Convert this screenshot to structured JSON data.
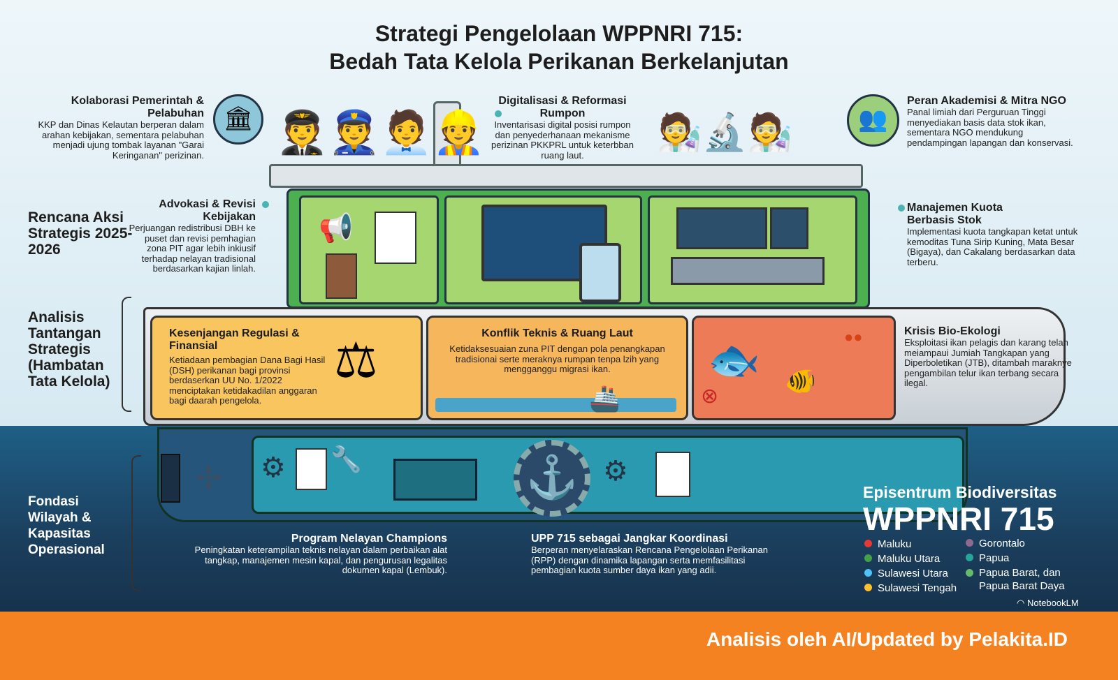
{
  "title": {
    "line1": "Strategi Pengelolaan WPPNRI 715:",
    "line2": "Bedah Tata Kelola Perikanan Berkelanjutan"
  },
  "sections": {
    "rencana": "Rencana Aksi Strategis 2025-2026",
    "analisis": "Analisis Tantangan Strategis (Hambatan Tata Kelola)",
    "fondasi": "Fondasi Wilayah & Kapasitas Operasional"
  },
  "kolaborasi": {
    "title": "Kolaborasi Pemerintah & Pelabuhan",
    "text": "KKP dan Dinas Kelautan berperan dalam arahan kebijakan, sementara pelabuhan menjadi ujung tombak layanan \"Garai Keringanan\" perizinan."
  },
  "digitalisasi": {
    "title": "Digitalisasi & Reformasi Rumpon",
    "text": "Inventarisasi digital posisi rumpon dan penyederhanaan mekanisme perizinan PKKPRL untuk keterbban ruang laut."
  },
  "akademisi": {
    "title": "Peran Akademisi & Mitra NGO",
    "text": "Panal limiah dari Perguruan Tinggi menyediakan basis data stok ikan, sementara NGO mendukung pendampingan lapangan dan konservasi."
  },
  "advokasi": {
    "title": "Advokasi & Revisi Kebijakan",
    "text": "Perjuangan redistribusi DBH ke puset dan revisi pemhagian zona PIT agar lebih inkiusif terhadap nelayan tradisional berdasarkan kajian linlah."
  },
  "kuota": {
    "title": "Manajemen Kuota Berbasis Stok",
    "text": "Implementasi kuota tangkapan ketat untuk kemoditas Tuna Sirip Kuning, Mata Besar (Bigaya), dan Cakalang berdasarkan data terberu."
  },
  "kesenjangan": {
    "title": "Kesenjangan Regulasi & Finansial",
    "text": "Ketiadaan pembagian Dana Bagi Hasil (DSH) perikanan bagi provinsi berdaserkan UU No. 1/2022 menciptakan ketidakadilan anggaran bagi daarah pengelola."
  },
  "konflik": {
    "title": "Konflik Teknis & Ruang Laut",
    "text": "Ketidaksesuaian zuna PIT dengan pola penangkapan tradisionai serte meraknya rumpan tenpa lzih yang mengganggu migrasi ikan."
  },
  "krisis": {
    "title": "Krisis Bio-Ekologi",
    "text": "Eksploitasi ikan pelagis dan karang telah meiampaui Jumiah Tangkapan yang Diperboletikan (JTB), ditambah maraknye pengambilan telur ikan terbang secara ilegal."
  },
  "champions": {
    "title": "Program Nelayan Champions",
    "text": "Peningkatan keterampilan teknis nelayan dalam perbaikan alat tangkap, manajemen mesin kapal, dan pengurusan legalitas dokumen kapal (Lembuk)."
  },
  "upp": {
    "title": "UPP 715 sebagai Jangkar Koordinasi",
    "text": "Berperan menyelaraskan Rencana Pengelolaan Perikanan (RPP) dengan dinamika lapangan serta memfasilitasi pembagian kuota sumber daya ikan yang adii."
  },
  "episentrum": {
    "subtitle": "Episentrum Biodiversitas",
    "title": "WPPNRI 715",
    "provinces": [
      {
        "name": "Maluku",
        "color": "#e53935"
      },
      {
        "name": "Maluku Utara",
        "color": "#43a047"
      },
      {
        "name": "Sulawesi Utara",
        "color": "#4fc3f7"
      },
      {
        "name": "Sulawesi Tengah",
        "color": "#fbc02d"
      },
      {
        "name": "Gorontalo",
        "color": "#8e6a8e"
      },
      {
        "name": "Papua",
        "color": "#26a69a"
      },
      {
        "name": "Papua Barat, dan Papua Barat Daya",
        "color": "#66bb6a"
      }
    ]
  },
  "brand": "NotebookLM",
  "footer": "Analisis oleh AI/Updated by Pelakita.ID"
}
